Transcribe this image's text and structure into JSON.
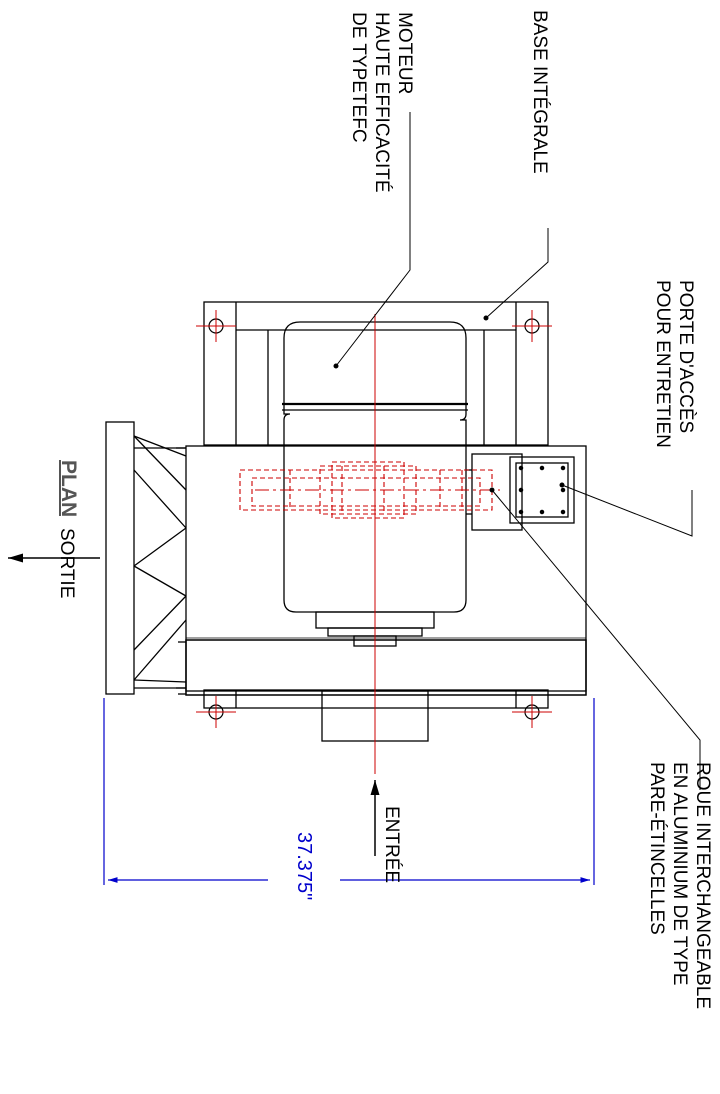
{
  "title": "PLAN",
  "labels": {
    "base": "BASE INTÉGRALE",
    "motor": [
      "MOTEUR",
      "HAUTE EFFICACITÉ",
      "DE TYPETEFC"
    ],
    "door": [
      "PORTE D'ACCÈS",
      "POUR ENTRETIEN"
    ],
    "wheel": [
      "ROUE INTERCHANGEABLE",
      "EN ALUMINIUM DE TYPE",
      "PARE-ÉTINCELLES"
    ],
    "outlet": "SORTIE",
    "inlet": "ENTRÉE"
  },
  "dimension": "37.375\"",
  "colors": {
    "lines": "#000000",
    "centerline": "#cc0000",
    "dimension": "#0000cc",
    "title": "#555555"
  }
}
